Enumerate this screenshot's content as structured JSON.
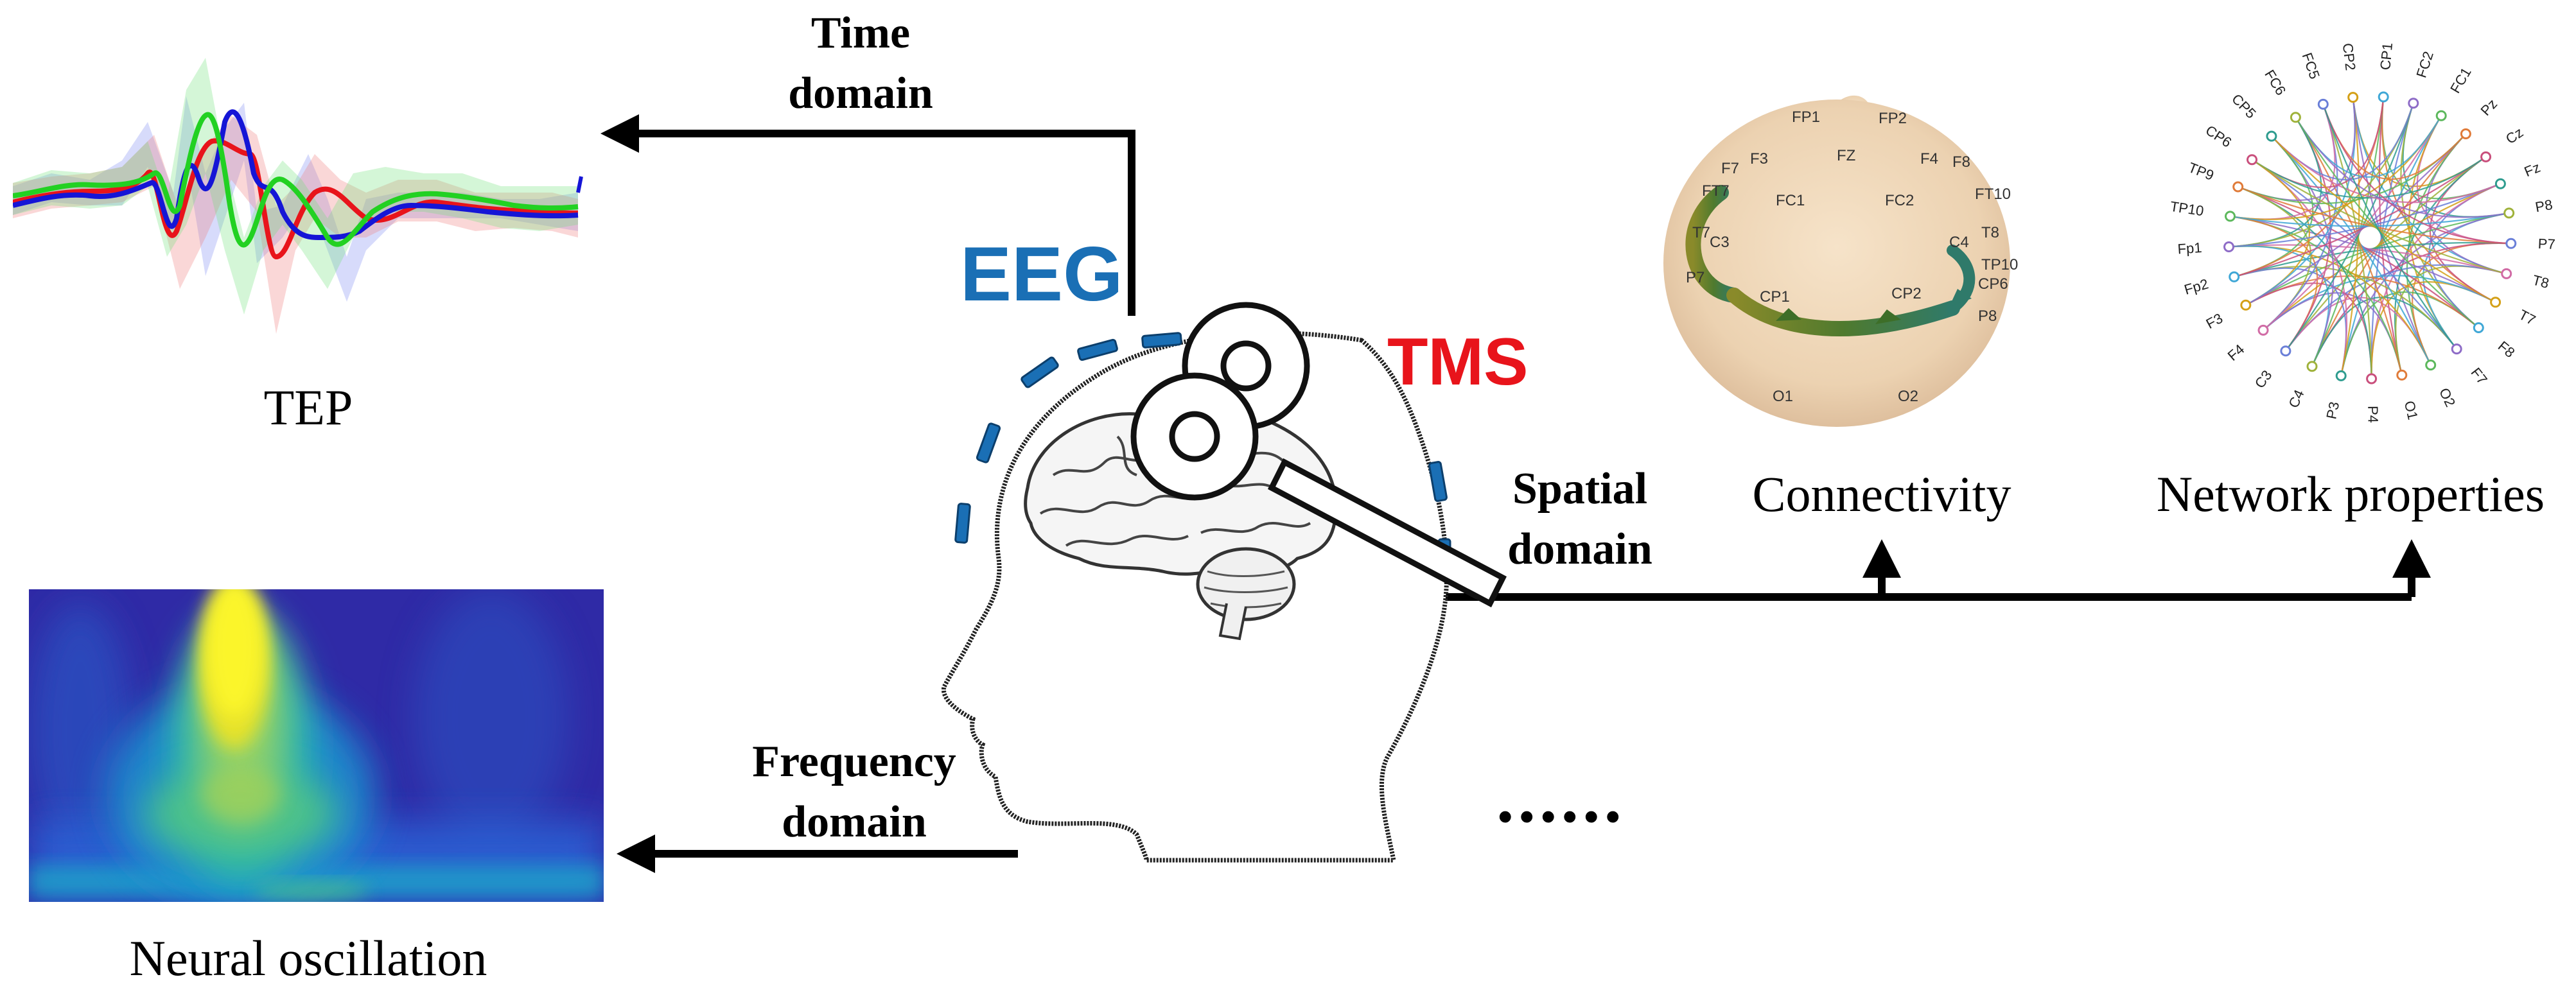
{
  "labels": {
    "time_domain": [
      "Time",
      "domain"
    ],
    "frequency_domain": [
      "Frequency",
      "domain"
    ],
    "spatial_domain": [
      "Spatial",
      "domain"
    ],
    "eeg": "EEG",
    "tms": "TMS",
    "tep": "TEP",
    "neural_oscillation": "Neural oscillation",
    "connectivity": "Connectivity",
    "network_properties": "Network properties",
    "ellipsis": "......"
  },
  "colors": {
    "eeg": "#1a6fb5",
    "tms": "#e8141b",
    "arrow": "#000000",
    "scalp": "#ecd3b3",
    "tep_red": "#e8141b",
    "tep_blue": "#1515d6",
    "tep_green": "#22d122"
  },
  "scalp_electrodes": [
    "FP1",
    "FP2",
    "FZ",
    "F7",
    "F3",
    "F4",
    "F8",
    "FC1",
    "FC2",
    "FT7",
    "FT10",
    "C3",
    "C4",
    "T7",
    "T8",
    "TP10",
    "CP1",
    "CP2",
    "CP6",
    "P7",
    "P8",
    "O1",
    "O2"
  ],
  "network_nodes": [
    "CP2",
    "CP1",
    "FC2",
    "FC1",
    "Pz",
    "Cz",
    "Fz",
    "P8",
    "P7",
    "T8",
    "T7",
    "F8",
    "F7",
    "O2",
    "O1",
    "P4",
    "P3",
    "C4",
    "C3",
    "F4",
    "F3",
    "Fp2",
    "Fp1",
    "TP10",
    "TP9",
    "CP6",
    "CP5",
    "FC6",
    "FC5"
  ]
}
